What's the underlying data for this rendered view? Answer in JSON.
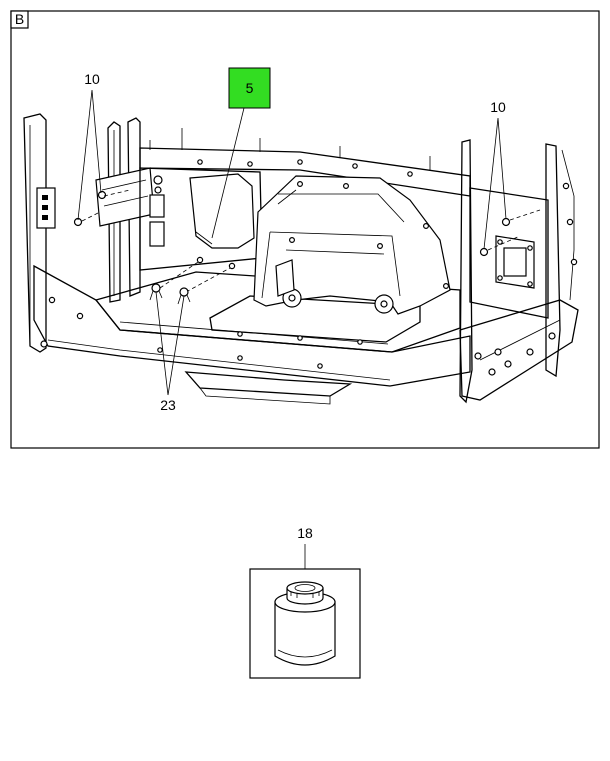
{
  "view": {
    "label": "B",
    "callouts": [
      {
        "id": "10-left",
        "text": "10"
      },
      {
        "id": "10-right",
        "text": "10"
      },
      {
        "id": "5",
        "text": "5",
        "highlight_color": "#33dd22"
      },
      {
        "id": "23",
        "text": "23"
      }
    ]
  },
  "accessory": {
    "callout": "18",
    "icon": "sealant-can-icon"
  },
  "colors": {
    "line": "#000000",
    "highlight": "#33dd22",
    "background": "#ffffff"
  }
}
